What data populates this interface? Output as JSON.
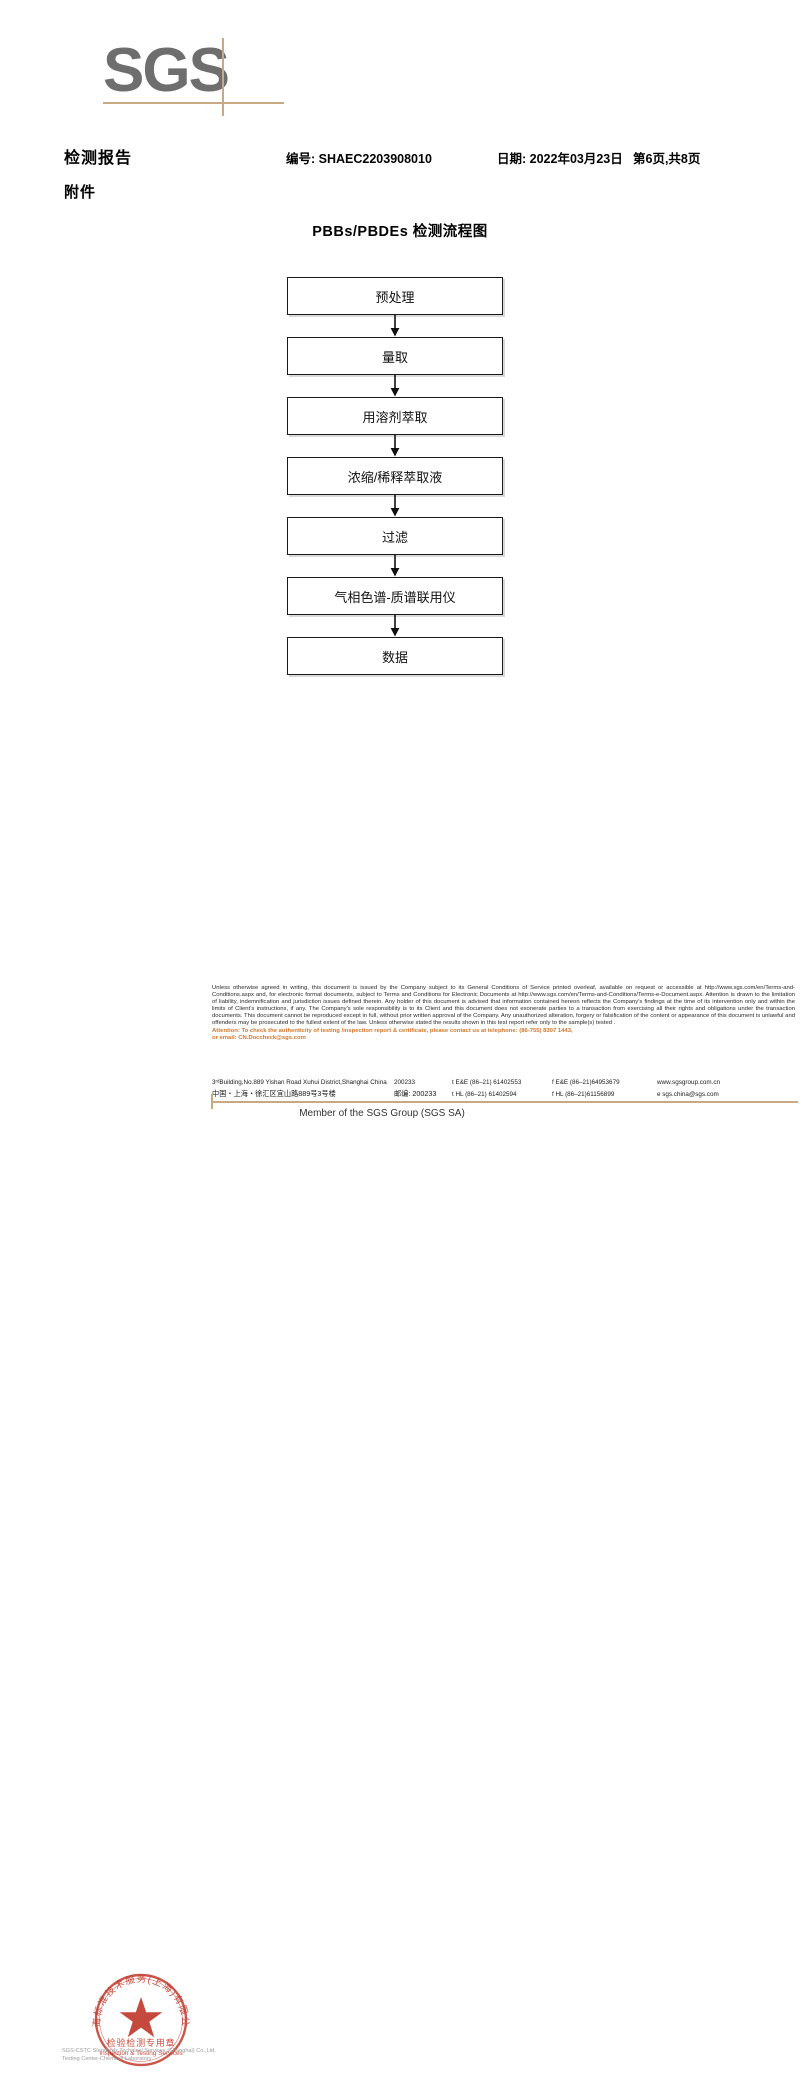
{
  "logo": {
    "text": "SGS",
    "accent_color": "#c9a981",
    "letter_color": "#6e6e6e"
  },
  "header": {
    "title": "检测报告",
    "attachment_label": "附件",
    "report_no": "编号: SHAEC2203908010",
    "date": "日期: 2022年03月23日",
    "page": "第6页,共8页"
  },
  "flowchart": {
    "title": "PBBs/PBDEs 检测流程图",
    "nodes": [
      {
        "label": "预处理"
      },
      {
        "label": "量取"
      },
      {
        "label": "用溶剂萃取"
      },
      {
        "label": "浓缩/稀释萃取液"
      },
      {
        "label": "过滤"
      },
      {
        "label": "气相色谱-质谱联用仪"
      },
      {
        "label": "数据"
      }
    ]
  },
  "footer": {
    "legal_paragraphs": [
      "Unless otherwise agreed in writing, this document is issued by the Company subject to its General Conditions of Service printed overleaf, available on request or accessible at http://www.sgs.com/en/Terms-and-Conditions.aspx and, for electronic format documents, subject to Terms and Conditions for Electronic Documents at http://www.sgs.com/en/Terms-and-Conditions/Terms-e-Document.aspx. Attention is drawn to the limitation of liability, indemnification and jurisdiction issues defined therein. Any holder of this document is advised that information contained hereon reflects the Company's findings at the time of its intervention only and within the limits of Client's instructions, if any. The Company's sole responsibility is to its Client and this document does not exonerate parties to a transaction from exercising all their rights and obligations under the transaction documents. This document cannot be reproduced except in full, without prior written approval of the Company. Any unauthorized alteration, forgery or falsification of the content or appearance of this document is unlawful and offenders may be prosecuted to the fullest extent of the law. Unless otherwise stated the results shown in this test report refer only to the sample(s) tested ."
    ],
    "attention_line1": "Attention: To check the authenticity of testing /inspection report & certificate, please contact us at telephone: (86-755) 8307 1443,",
    "attention_line2": "or email: CN.Doccheck@sgs.com",
    "attention_color": "#d4772a",
    "address_en": "3ʳᵈBuilding,No.889 Yishan Road Xuhui District,Shanghai China",
    "address_cn": "中国・上海・徐汇区宜山路889号3号楼",
    "postcode_en": "200233",
    "postcode_cn_label": "邮编:",
    "postcode_cn": "200233",
    "tel_en_1": "t E&E (86–21) 61402553",
    "tel_en_2": "f E&E (86–21)64953679",
    "tel_cn_1": "t HL (86–21) 61402594",
    "tel_cn_2": "f HL (86–21)61156899",
    "web": "www.sgsgroup.com.cn",
    "email": "e  sgs.china@sgs.com",
    "member": "Member of the SGS Group (SGS SA)",
    "rule_color": "#c9a981"
  },
  "seal": {
    "outer_text": "上海标准技术服务(上海)有限公司",
    "line1": "检验检测专用章",
    "line2": "Inspection & Testing Services",
    "color": "#c0392b",
    "under_line1": "SGS-CSTC Standards Technical Services (Shanghai) Co.,Ltd.",
    "under_line2": "Testing Center-Chemical Laboratory"
  }
}
